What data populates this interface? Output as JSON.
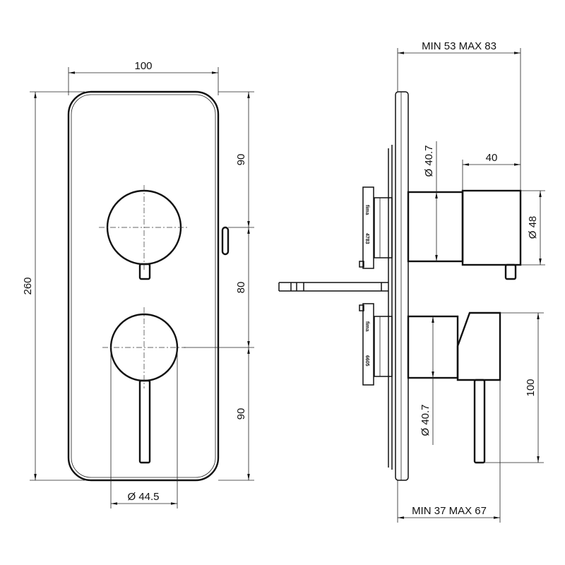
{
  "front_view": {
    "width_dim": "100",
    "height_dim": "260",
    "upper_offset_dim": "90",
    "spacing_dim": "80",
    "lower_offset_dim": "90",
    "knob_diameter_dim": "Ø 44.5"
  },
  "side_view": {
    "depth_upper_dim": "MIN 53 MAX 83",
    "upper_body_length_dim": "40",
    "upper_pipe_diameter_dim": "Ø 40.7",
    "upper_body_diameter_dim": "Ø 48",
    "lower_pipe_diameter_dim": "Ø 40.7",
    "lever_length_dim": "100",
    "depth_lower_dim": "MIN 37 MAX 67",
    "cartridge_upper": {
      "brand": "fima",
      "code": "4783"
    },
    "cartridge_lower": {
      "brand": "fima",
      "code": "6605"
    }
  }
}
